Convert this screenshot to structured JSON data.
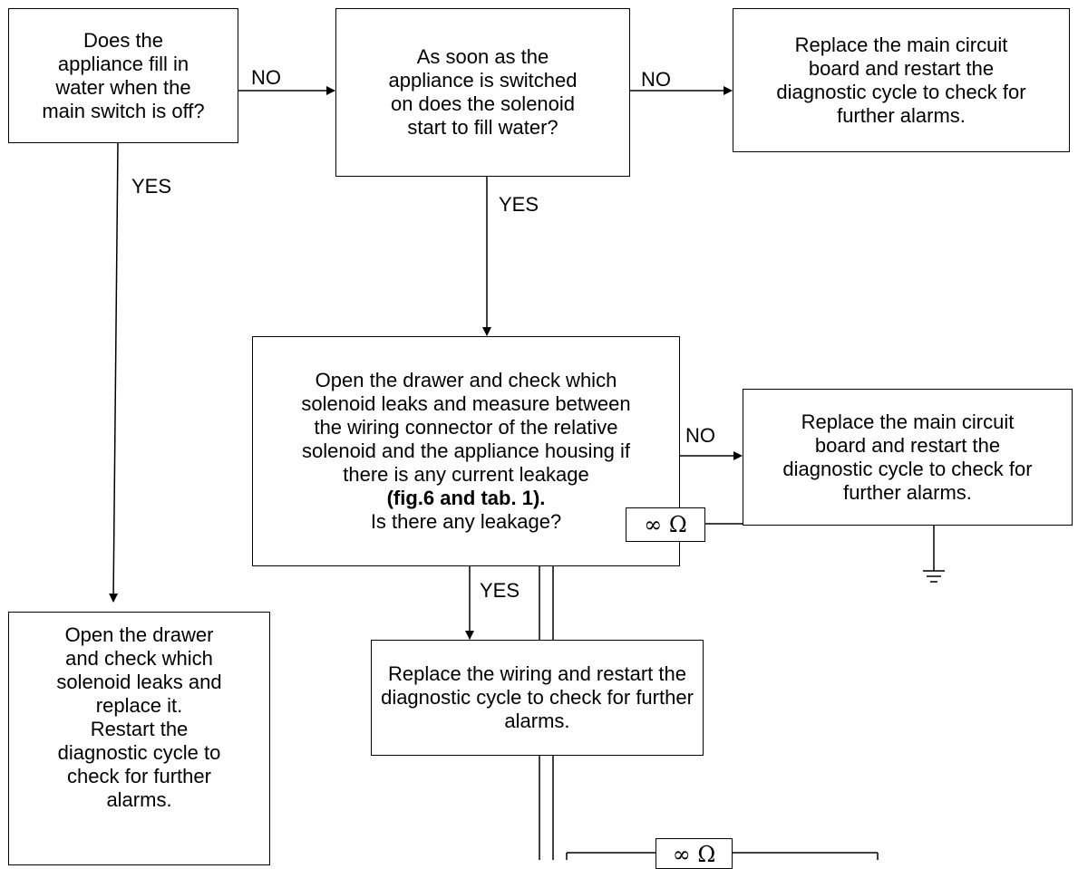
{
  "nodes": {
    "q_fill_when_off": "Does the\nappliance fill in\nwater when the\nmain switch is off?",
    "q_solenoid_fill": "As soon as the\nappliance is switched\non does the solenoid\nstart to fill water?",
    "replace_board_1": "Replace the main circuit\nboard and restart the\ndiagnostic cycle to check for\nfurther alarms.",
    "check_leak": {
      "text": "Open the drawer and check which\nsolenoid leaks and measure between\nthe wiring connector of the relative\nsolenoid and the appliance housing if\nthere is any current leakage",
      "bold": "(fig.6 and tab. 1).",
      "question": "Is there any leakage?"
    },
    "replace_board_2": "Replace the main circuit\nboard and restart the\ndiagnostic cycle to check for\nfurther alarms.",
    "replace_wiring": "Replace the wiring and restart the\ndiagnostic cycle to check for further\nalarms.",
    "replace_solenoid": "Open the drawer\nand check which\nsolenoid leaks and\nreplace it.\nRestart the\ndiagnostic cycle to\ncheck for further\nalarms."
  },
  "edges": {
    "no_1": "NO",
    "no_2": "NO",
    "no_3": "NO",
    "yes_1": "YES",
    "yes_2": "YES",
    "yes_3": "YES"
  },
  "figure": {
    "resistor_1": "∞ Ω",
    "resistor_2": "∞ Ω"
  }
}
